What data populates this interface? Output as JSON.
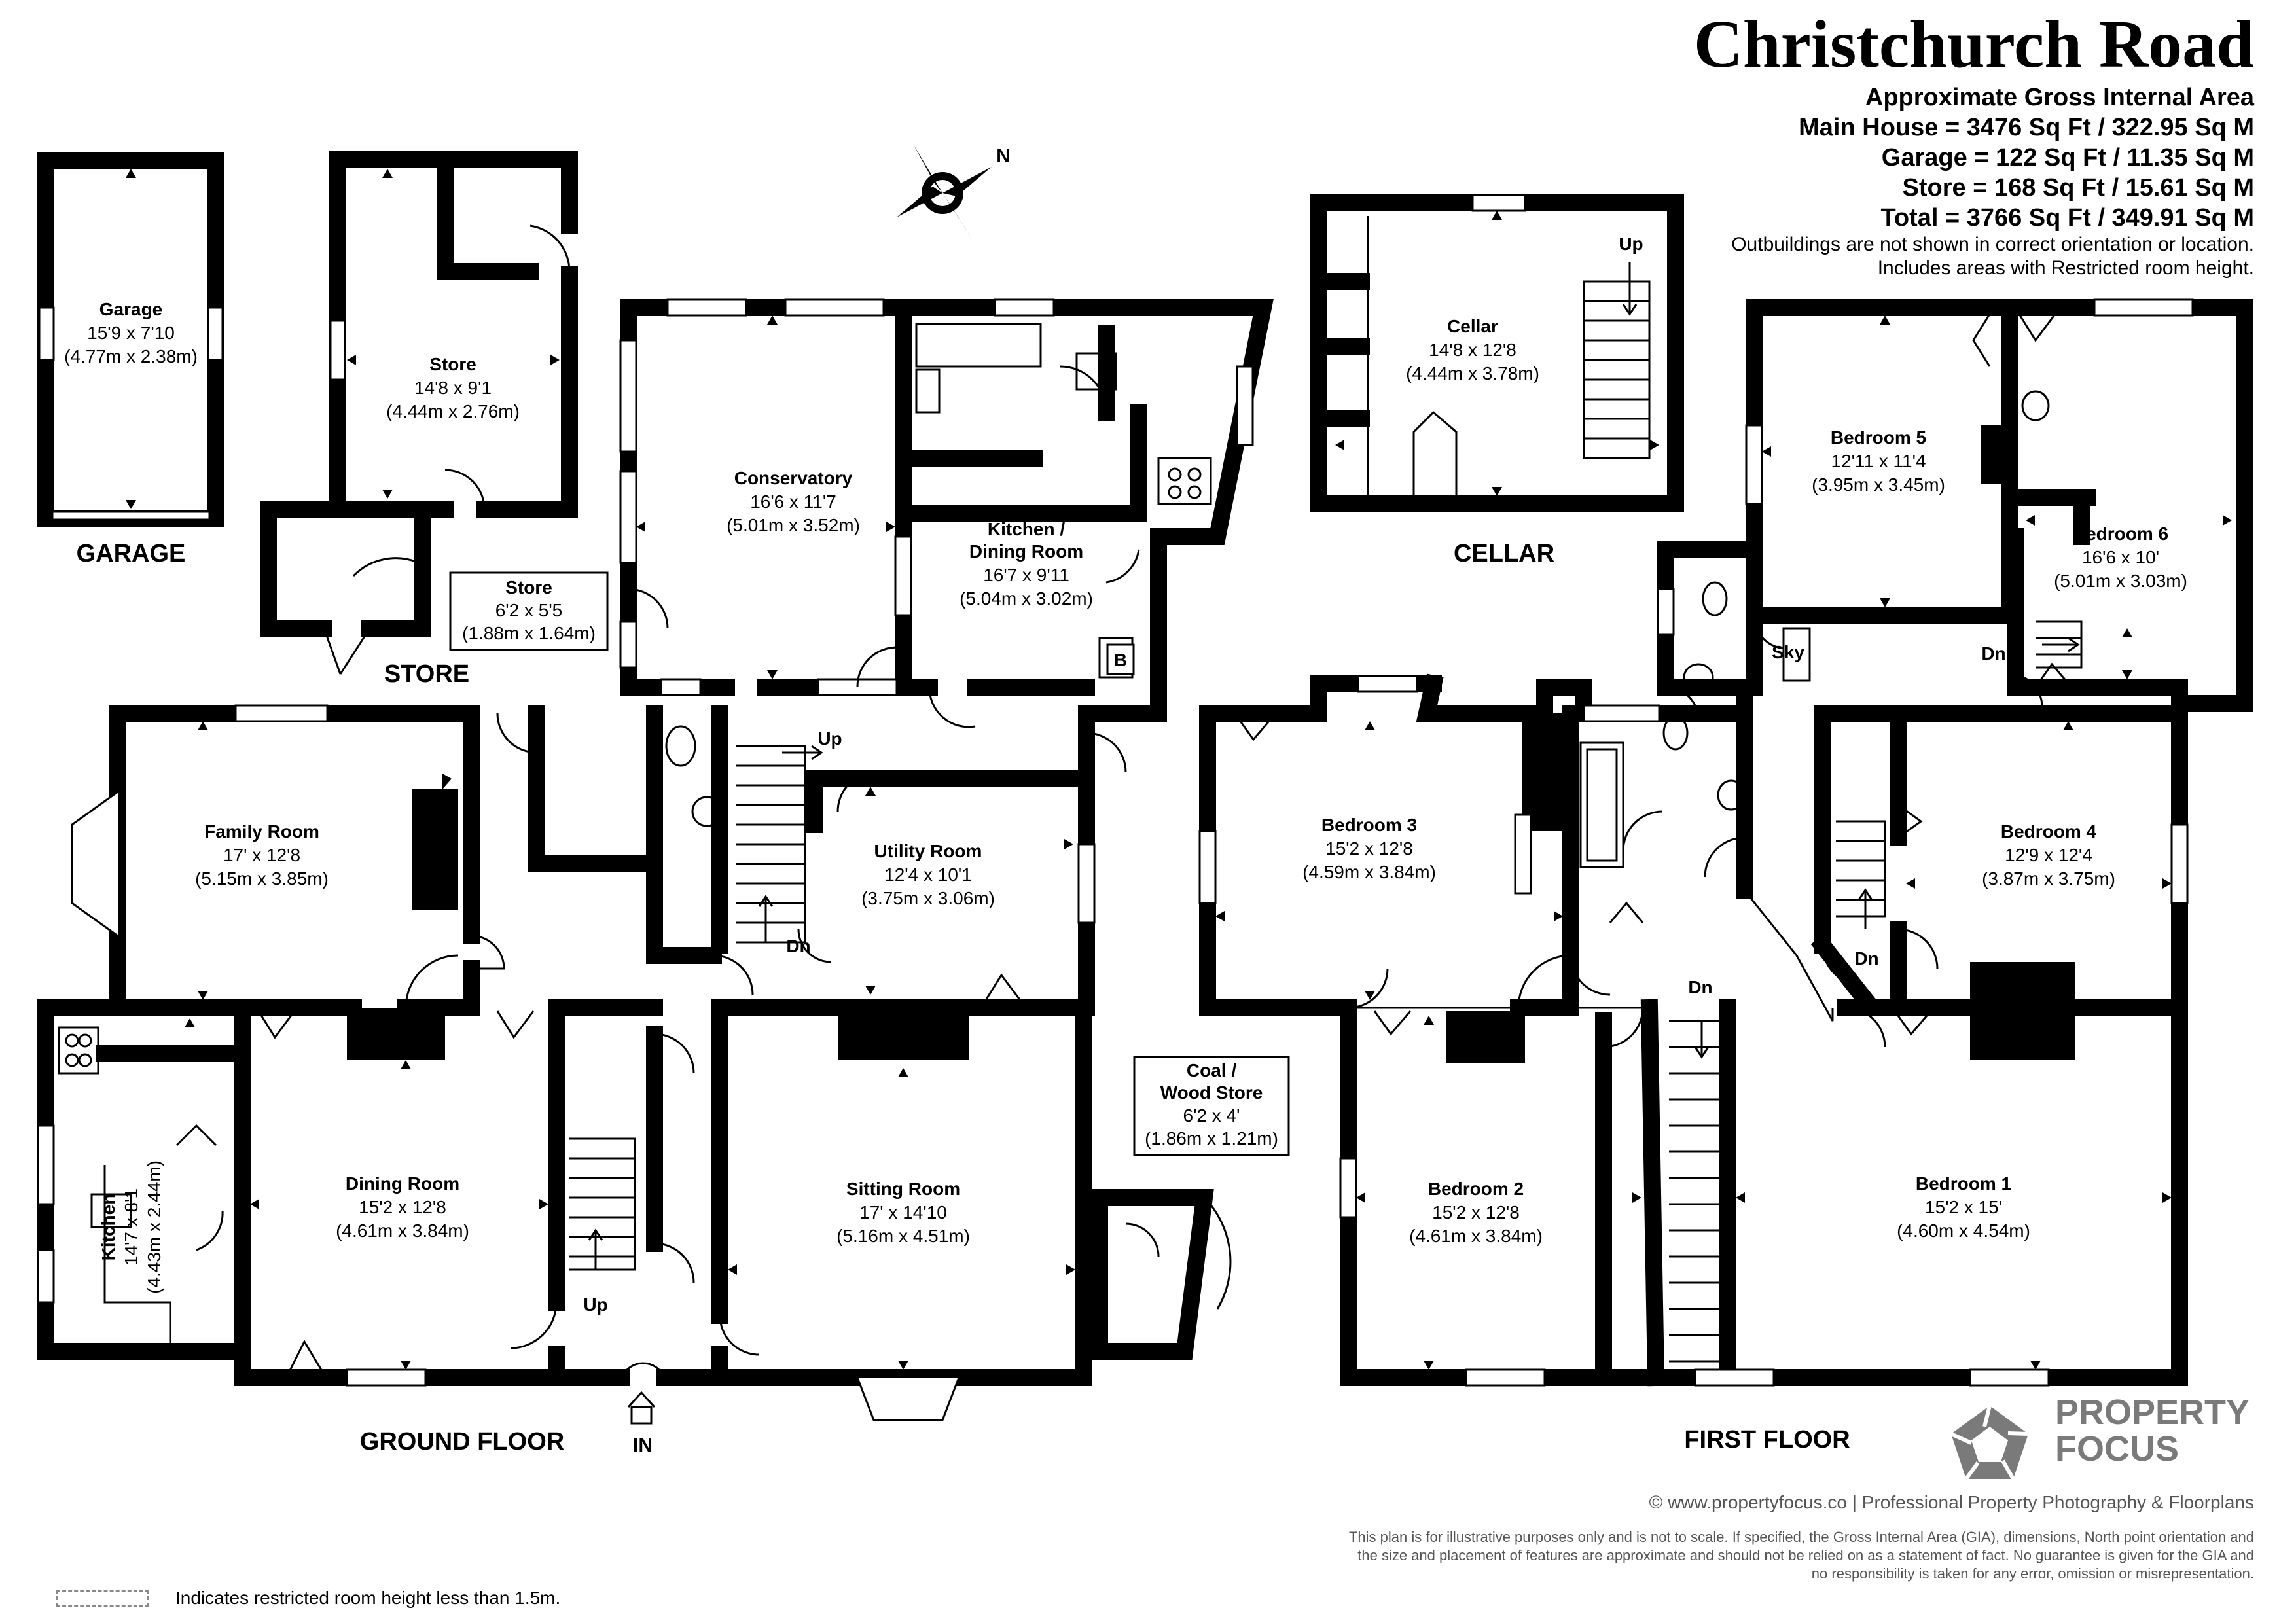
{
  "header": {
    "title": "Christchurch Road",
    "subtitle": "Approximate Gross Internal Area",
    "areas": [
      "Main House = 3476 Sq Ft / 322.95 Sq M",
      "Garage = 122 Sq Ft / 11.35 Sq M",
      "Store = 168 Sq Ft / 15.61 Sq M",
      "Total = 3766 Sq Ft / 349.91 Sq M"
    ],
    "notes": [
      "Outbuildings are not shown in correct orientation or location.",
      "Includes areas with Restricted room height."
    ]
  },
  "compass": {
    "label": "N"
  },
  "floors": {
    "garage": "GARAGE",
    "store": "STORE",
    "cellar": "CELLAR",
    "ground": "GROUND FLOOR",
    "first": "FIRST FLOOR"
  },
  "rooms": {
    "garage": {
      "name": "Garage",
      "imperial": "15'9 x 7'10",
      "metric": "(4.77m x 2.38m)"
    },
    "store_big": {
      "name": "Store",
      "imperial": "14'8 x 9'1",
      "metric": "(4.44m x 2.76m)"
    },
    "store_small": {
      "name": "Store",
      "imperial": "6'2 x 5'5",
      "metric": "(1.88m x 1.64m)"
    },
    "conservatory": {
      "name": "Conservatory",
      "imperial": "16'6 x 11'7",
      "metric": "(5.01m x 3.52m)"
    },
    "kitchen_dining": {
      "name": "Kitchen /",
      "name2": "Dining Room",
      "imperial": "16'7 x 9'11",
      "metric": "(5.04m x 3.02m)"
    },
    "family": {
      "name": "Family Room",
      "imperial": "17' x 12'8",
      "metric": "(5.15m x 3.85m)"
    },
    "utility": {
      "name": "Utility Room",
      "imperial": "12'4 x 10'1",
      "metric": "(3.75m x 3.06m)"
    },
    "kitchen": {
      "name": "Kitchen",
      "imperial": "14'7 x 8'1",
      "metric": "(4.43m x 2.44m)"
    },
    "dining": {
      "name": "Dining Room",
      "imperial": "15'2 x 12'8",
      "metric": "(4.61m x 3.84m)"
    },
    "sitting": {
      "name": "Sitting Room",
      "imperial": "17' x 14'10",
      "metric": "(5.16m x 4.51m)"
    },
    "coal": {
      "name": "Coal /",
      "name2": "Wood Store",
      "imperial": "6'2 x 4'",
      "metric": "(1.86m x 1.21m)"
    },
    "cellar": {
      "name": "Cellar",
      "imperial": "14'8 x 12'8",
      "metric": "(4.44m x 3.78m)"
    },
    "bed5": {
      "name": "Bedroom 5",
      "imperial": "12'11 x 11'4",
      "metric": "(3.95m x 3.45m)"
    },
    "bed6": {
      "name": "Bedroom 6",
      "imperial": "16'6 x 10'",
      "metric": "(5.01m x 3.03m)"
    },
    "bed3": {
      "name": "Bedroom 3",
      "imperial": "15'2 x 12'8",
      "metric": "(4.59m x 3.84m)"
    },
    "bed4": {
      "name": "Bedroom 4",
      "imperial": "12'9 x 12'4",
      "metric": "(3.87m x 3.75m)"
    },
    "bed2": {
      "name": "Bedroom 2",
      "imperial": "15'2 x 12'8",
      "metric": "(4.61m x 3.84m)"
    },
    "bed1": {
      "name": "Bedroom 1",
      "imperial": "15'2 x 15'",
      "metric": "(4.60m x 4.54m)"
    }
  },
  "markers": {
    "up": "Up",
    "dn": "Dn",
    "in": "IN",
    "sky": "Sky",
    "boiler": "B"
  },
  "brand": {
    "line1": "PROPERTY",
    "line2": "FOCUS"
  },
  "credits": "© www.propertyfocus.co | Professional Property Photography & Floorplans",
  "disclaimer": "This plan is for illustrative purposes only and is not to scale. If specified, the Gross Internal Area (GIA), dimensions, North point orientation and the size and placement of features are approximate and should not be relied on as a statement of fact. No guarantee is given for the GIA and no responsibility is taken for any error, omission or misrepresentation.",
  "legend": "Indicates restricted room height less than 1.5m."
}
